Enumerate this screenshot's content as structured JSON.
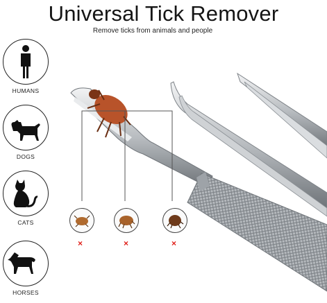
{
  "title": "Universal Tick Remover",
  "subtitle": "Remove ticks from animals and people",
  "animals": [
    {
      "label": "HUMANS",
      "icon": "human-icon"
    },
    {
      "label": "DOGS",
      "icon": "dog-icon"
    },
    {
      "label": "CATS",
      "icon": "cat-icon"
    },
    {
      "label": "HORSES",
      "icon": "horse-icon"
    }
  ],
  "bugs": [
    {
      "icon": "tick-icon",
      "status": "×"
    },
    {
      "icon": "flea-icon",
      "status": "×"
    },
    {
      "icon": "bug-icon",
      "status": "×"
    }
  ],
  "colors": {
    "steel": "#c9cdd1",
    "steel_dark": "#7d8287",
    "tick_body": "#b8532a",
    "x_mark": "#e0201a"
  }
}
